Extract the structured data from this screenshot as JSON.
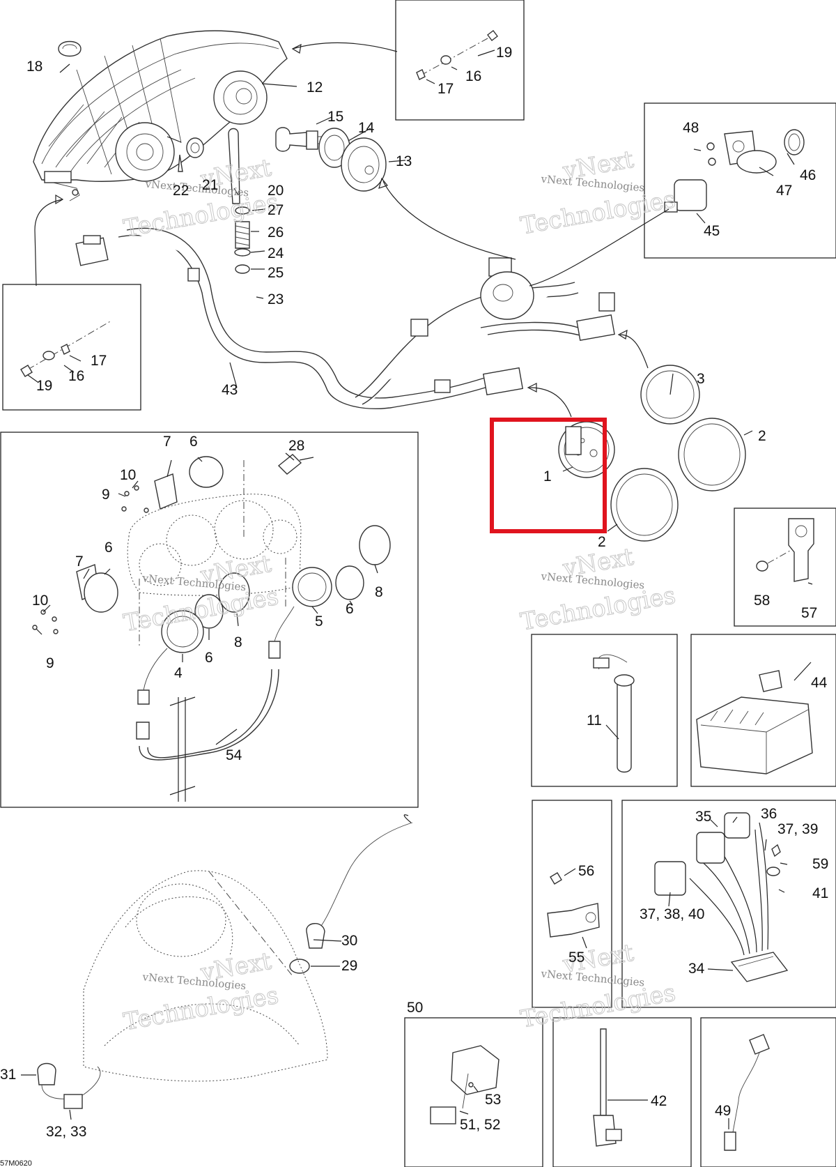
{
  "watermark": {
    "line1": "vNext",
    "line2": "Technologies",
    "small": "vNext Technologies"
  },
  "drawing_code": "57M0620",
  "highlight": {
    "label": "1",
    "color": "#e0141e"
  },
  "callouts": {
    "c1": "1",
    "c2a": "2",
    "c2b": "2",
    "c3": "3",
    "c4": "4",
    "c5": "5",
    "c6a": "6",
    "c6b": "6",
    "c6c": "6",
    "c6d": "6",
    "c7a": "7",
    "c7b": "7",
    "c8a": "8",
    "c8b": "8",
    "c9a": "9",
    "c9b": "9",
    "c10a": "10",
    "c10b": "10",
    "c11": "11",
    "c12": "12",
    "c13": "13",
    "c14": "14",
    "c15": "15",
    "c16a": "16",
    "c16b": "16",
    "c17a": "17",
    "c17b": "17",
    "c18": "18",
    "c19a": "19",
    "c19b": "19",
    "c20": "20",
    "c21": "21",
    "c22": "22",
    "c23": "23",
    "c24": "24",
    "c25": "25",
    "c26": "26",
    "c27": "27",
    "c28": "28",
    "c29": "29",
    "c30": "30",
    "c31": "31",
    "c3233": "32, 33",
    "c34": "34",
    "c35": "35",
    "c36": "36",
    "c3739": "37, 39",
    "c373840": "37, 38, 40",
    "c41": "41",
    "c42": "42",
    "c43": "43",
    "c44": "44",
    "c45": "45",
    "c46": "46",
    "c47": "47",
    "c48": "48",
    "c49": "49",
    "c50": "50",
    "c5152": "51, 52",
    "c53": "53",
    "c54": "54",
    "c55": "55",
    "c56": "56",
    "c57": "57",
    "c58": "58",
    "c59": "59"
  }
}
